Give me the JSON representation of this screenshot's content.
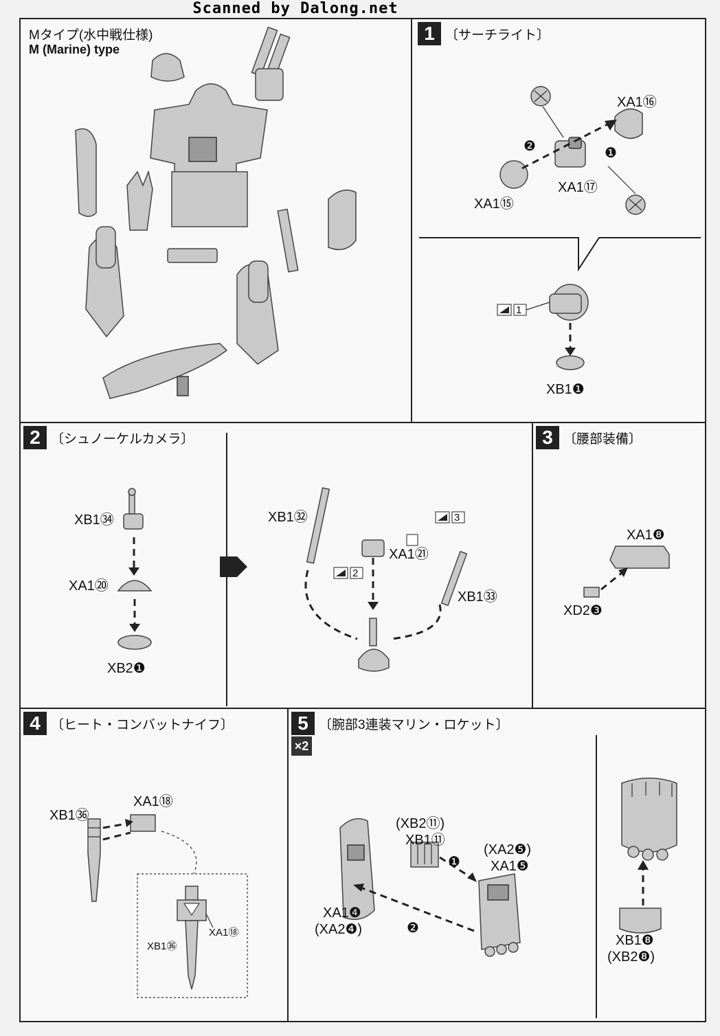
{
  "scan_credit": "Scanned by Dalong.net",
  "type_panel": {
    "title": "Mタイプ(水中戦仕様)",
    "subtitle": "M (Marine) type"
  },
  "step1": {
    "number": "1",
    "title": "〔サーチライト〕",
    "labels": {
      "xa1_16": "XA1⑯",
      "xa1_17": "XA1⑰",
      "xa1_15": "XA1⑮",
      "xb1_1": "XB1❶",
      "order_1": "❶",
      "order_2": "❷",
      "sticker": "1"
    }
  },
  "step2": {
    "number": "2",
    "title": "〔シュノーケルカメラ〕",
    "labels": {
      "xb1_34": "XB1㉞",
      "xa1_20": "XA1⑳",
      "xb2_1": "XB2❶",
      "xb1_32": "XB1㉜",
      "xa1_21": "XA1㉑",
      "xb1_33": "XB1㉝",
      "sticker2": "2",
      "sticker3": "3"
    }
  },
  "step3": {
    "number": "3",
    "title": "〔腰部装備〕",
    "labels": {
      "xa1_8": "XA1❽",
      "xd2_3": "XD2❸"
    }
  },
  "step4": {
    "number": "4",
    "title": "〔ヒート・コンバットナイフ〕",
    "labels": {
      "xb1_36": "XB1㊱",
      "xa1_18": "XA1⑱",
      "xb1_36_detail": "XB1㊱",
      "xa1_18_detail": "XA1⑱"
    }
  },
  "step5": {
    "number": "5",
    "title": "〔腕部3連装マリン・ロケット〕",
    "multiplier": "×2",
    "labels": {
      "xb2_11": "(XB2⑪)",
      "xb1_11": "XB1⑪",
      "xa2_5": "(XA2❺)",
      "xa1_5": "XA1❺",
      "xa1_4": "XA1❹",
      "xa2_4": "(XA2❹)",
      "xb1_8": "XB1❽",
      "xb2_8": "(XB2❽)",
      "order_1": "❶",
      "order_2": "❷"
    }
  },
  "colors": {
    "ink": "#111111",
    "part_gray": "#c9c9c9",
    "paper": "#f1f1f1"
  }
}
